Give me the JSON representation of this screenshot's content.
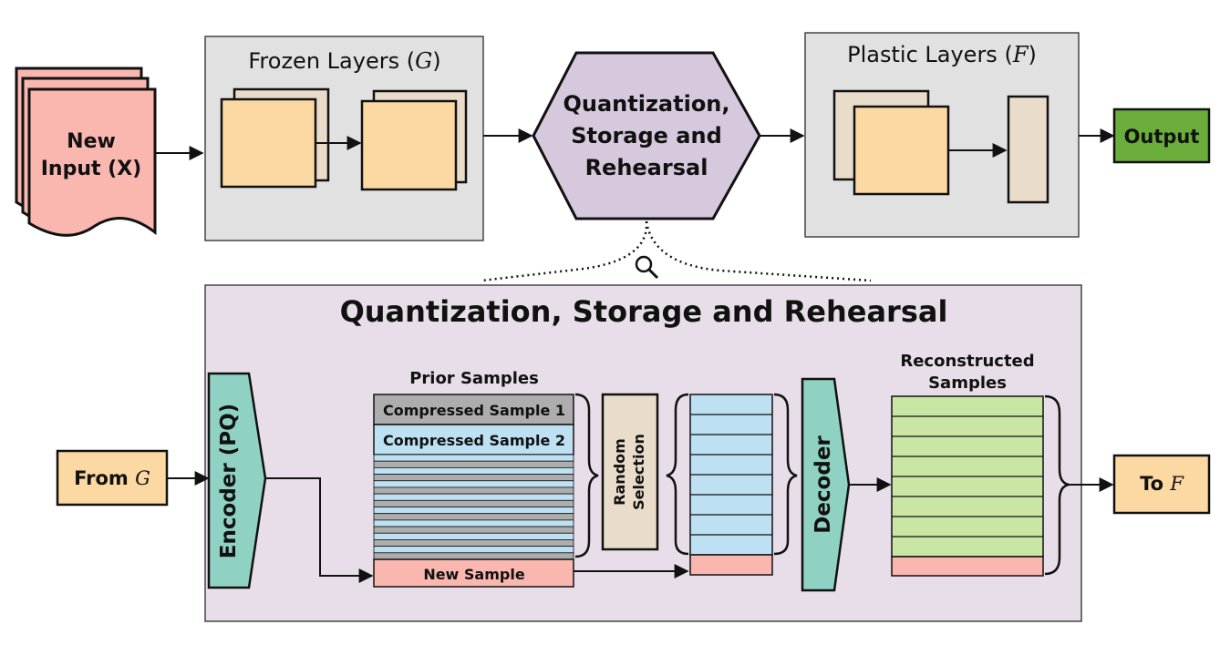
{
  "top": {
    "input_label_1": "New",
    "input_label_2": "Input (X)",
    "frozen_title": "Frozen Layers (",
    "frozen_symbol": "G",
    "frozen_close": ")",
    "hex_line_1": "Quantization,",
    "hex_line_2": "Storage and",
    "hex_line_3": "Rehearsal",
    "plastic_title": "Plastic Layers (",
    "plastic_symbol": "F",
    "plastic_close": ")",
    "output_label": "Output"
  },
  "detail": {
    "title": "Quantization, Storage and Rehearsal",
    "from_label": "From ",
    "from_symbol": "G",
    "encoder_label": "Encoder (PQ)",
    "prior_samples_label": "Prior Samples",
    "compressed_1": "Compressed Sample 1",
    "compressed_2": "Compressed Sample 2",
    "new_sample": "New Sample",
    "random_line_1": "Random",
    "random_line_2": "Selection",
    "decoder_label": "Decoder",
    "reconstructed_line_1": "Reconstructed",
    "reconstructed_line_2": "Samples",
    "to_label": "To ",
    "to_symbol": "F"
  },
  "colors": {
    "input_pink": "#f9b7b0",
    "layer_orange": "#fcd9a3",
    "layer_tan": "#eadccb",
    "panel_gray": "#e1e1e1",
    "hex_purple": "#d6c9dd",
    "detail_bg": "#e8dee9",
    "output_green": "#6aad3b",
    "encoder_teal": "#8fd1c2",
    "sample_blue": "#bde0f2",
    "sample_gray": "#adadad",
    "reconstructed_green": "#c9e6a5",
    "new_sample_pink": "#f9b7b0"
  }
}
